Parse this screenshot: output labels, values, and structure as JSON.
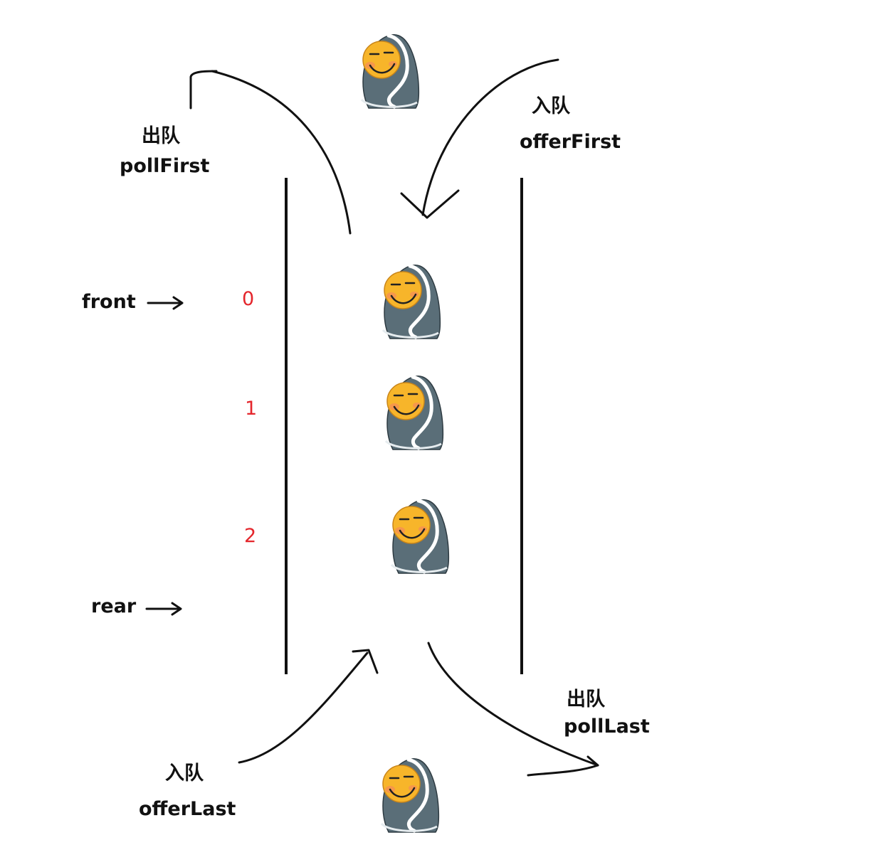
{
  "labels": {
    "poll_first_cn": "出队",
    "poll_first": "pollFirst",
    "offer_first_cn": "入队",
    "offer_first": "offerFirst",
    "poll_last_cn": "出队",
    "poll_last": "pollLast",
    "offer_last_cn": "入队",
    "offer_last": "offerLast",
    "front": "front",
    "rear": "rear"
  },
  "indices": [
    "0",
    "1",
    "2"
  ],
  "colors": {
    "ink": "#111111",
    "index": "#e4262c",
    "face": "#f7b52a",
    "hood": "#5a6e78"
  },
  "icons": [
    "smiling-hooded-figure-icon"
  ]
}
